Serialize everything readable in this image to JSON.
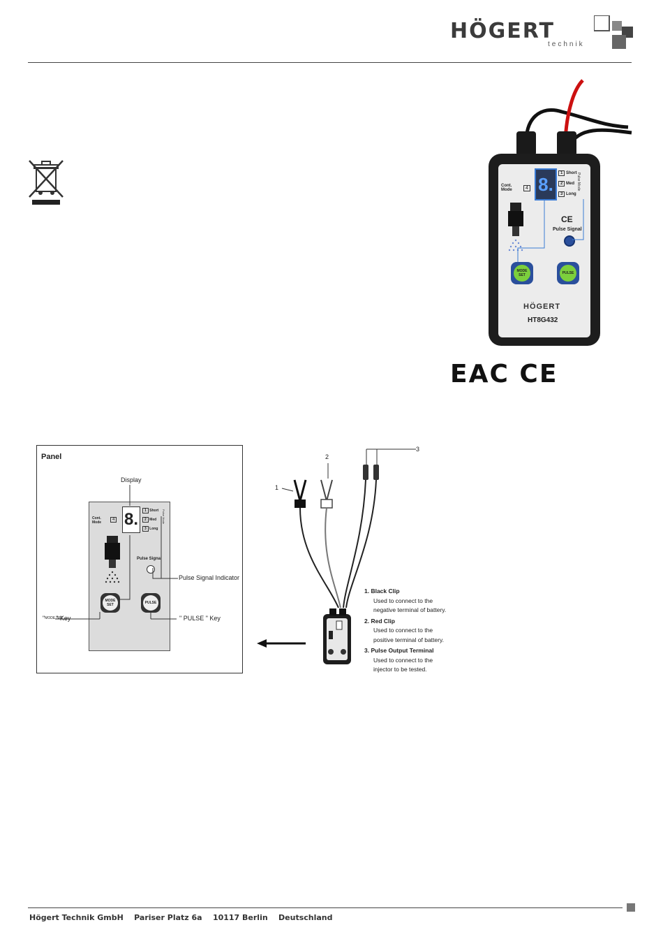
{
  "brand": {
    "name": "HÖGERT",
    "sub": "technik"
  },
  "device": {
    "brand": "HÖGERT",
    "model": "HT8G432",
    "cont_mode_label": "Cont. Mode",
    "cont_mode_num": "4",
    "modes": [
      {
        "num": "1",
        "label": "Short"
      },
      {
        "num": "2",
        "label": "Med"
      },
      {
        "num": "3",
        "label": "Long"
      }
    ],
    "pulse_mode_label": "Pulse Mode",
    "pulse_signal_label": "Pulse Signal",
    "mode_key": "MODE SET",
    "pulse_key": "PULSE",
    "display_digit": "8."
  },
  "certification": {
    "marks": "EAC CE"
  },
  "panel": {
    "title": "Panel",
    "display_label": "Display",
    "pulse_signal_indicator_label": "Pulse Signal Indicator",
    "mode_key_label_pre": "\"",
    "mode_key_label_post": "\" Key",
    "pulse_key_label": "\" PULSE \" Key"
  },
  "wiring": {
    "callout_1": "1",
    "callout_2": "2",
    "callout_3": "3",
    "items": [
      {
        "title": "1. Black Clip",
        "line1": "Used to connect to the",
        "line2": "negative terminal of battery."
      },
      {
        "title": "2. Red Clip",
        "line1": "Used to connect to the",
        "line2": "positive terminal of battery."
      },
      {
        "title": "3. Pulse Output Terminal",
        "line1": "Used to connect to the",
        "line2": "injector to be tested."
      }
    ]
  },
  "footer": {
    "company": "Högert Technik GmbH",
    "street": "Pariser Platz 6a",
    "city": "10117 Berlin",
    "country": "Deutschland"
  }
}
